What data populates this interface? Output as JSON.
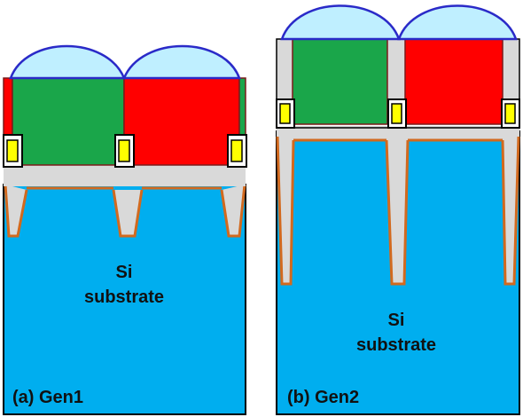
{
  "panels": [
    {
      "id": "a",
      "caption": "(a) Gen1",
      "substrate_label_line1": "Si",
      "substrate_label_line2": "substrate"
    },
    {
      "id": "b",
      "caption": "(b) Gen2",
      "substrate_label_line1": "Si",
      "substrate_label_line2": "substrate"
    }
  ],
  "colors": {
    "substrate": "#00AEEF",
    "trench_outline": "#D2691E",
    "oxide": "#D9D9D9",
    "green_filter": "#1AA64A",
    "red_filter": "#FF0000",
    "filter_border": "#7A1A1A",
    "microlens": "#BFEFFF",
    "microlens_outline": "#2A2AC8",
    "metal_fill": "#FFFF00",
    "metal_border": "#000000"
  }
}
